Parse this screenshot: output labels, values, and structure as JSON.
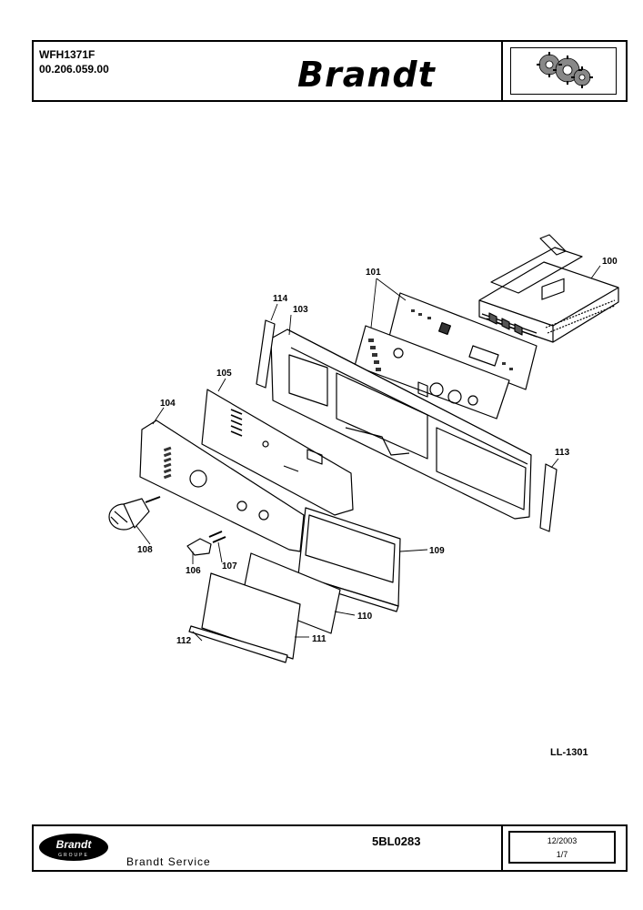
{
  "header": {
    "model": "WFH1371F",
    "part_number": "00.206.059.00",
    "brand": "Brandt",
    "gear_logo_icon": "gears-icon"
  },
  "diagram": {
    "labels": [
      "100",
      "101",
      "103",
      "104",
      "105",
      "106",
      "107",
      "108",
      "109",
      "110",
      "111",
      "112",
      "113",
      "114"
    ]
  },
  "ref_code": "LL-1301",
  "footer": {
    "logo_text": "Brandt",
    "logo_sub": "GROUPE",
    "service": "Brandt Service",
    "doc_ref": "5BL0283",
    "date": "12/2003",
    "page": "1/7"
  }
}
